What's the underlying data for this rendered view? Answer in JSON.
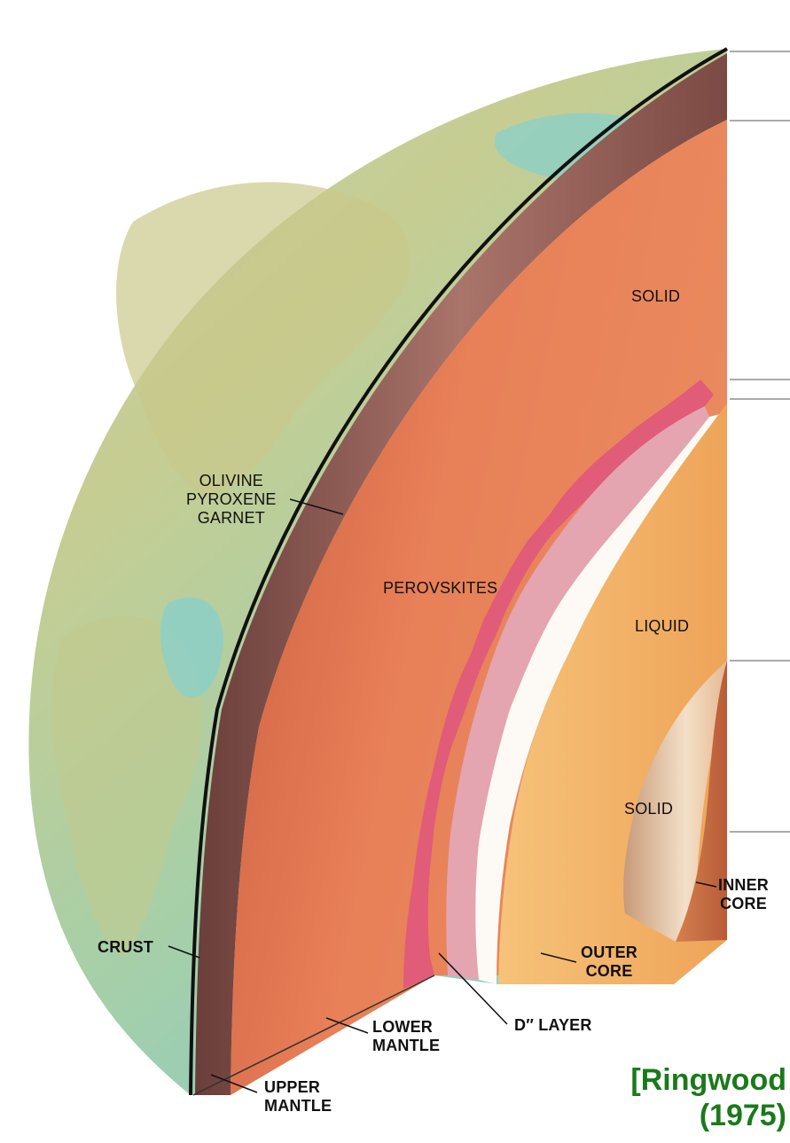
{
  "labels": {
    "solid_mantle": "SOLID",
    "olivine_group": [
      "OLIVINE",
      "PYROXENE",
      "GARNET"
    ],
    "perovskites": "PEROVSKITES",
    "liquid": "LIQUID",
    "solid_inner": "SOLID",
    "inner_core": [
      "INNER",
      "CORE"
    ],
    "crust": "CRUST",
    "outer_core": [
      "OUTER",
      "CORE"
    ],
    "lower_mantle": [
      "LOWER",
      "MANTLE"
    ],
    "d_layer": "D″ LAYER",
    "upper_mantle": [
      "UPPER",
      "MANTLE"
    ]
  },
  "citation": [
    "[Ringwood",
    "(1975)"
  ],
  "colors": {
    "ocean": "#8fcfc4",
    "land": "#c4c98c",
    "upper_mantle": "#8a5a52",
    "lower_mantle": "#e0734c",
    "d_layer": "#e05c78",
    "outer_core": "#f2b060",
    "inner_core": "#f0d2b0",
    "citation": "#1a7a1a"
  }
}
